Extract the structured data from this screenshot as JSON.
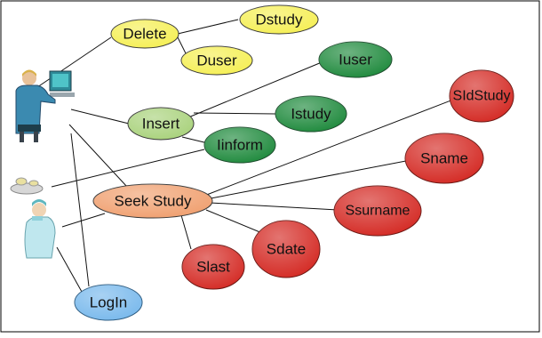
{
  "nodes": [
    {
      "id": "delete",
      "label": "Delete",
      "color": "#f5ef55"
    },
    {
      "id": "dstudy",
      "label": "Dstudy",
      "color": "#f5ef55"
    },
    {
      "id": "duser",
      "label": "Duser",
      "color": "#f5ef55"
    },
    {
      "id": "insert",
      "label": "Insert",
      "color": "#a9d27c"
    },
    {
      "id": "iuser",
      "label": "Iuser",
      "color": "#1f8a3d"
    },
    {
      "id": "istudy",
      "label": "Istudy",
      "color": "#1f8a3d"
    },
    {
      "id": "iinform",
      "label": "Iinform",
      "color": "#1f8a3d"
    },
    {
      "id": "seek",
      "label": "Seek Study",
      "color": "#f0a070"
    },
    {
      "id": "sidstudy",
      "label": "SIdStudy",
      "color": "#d42a24"
    },
    {
      "id": "sname",
      "label": "Sname",
      "color": "#d42a24"
    },
    {
      "id": "ssurname",
      "label": "Ssurname",
      "color": "#d42a24"
    },
    {
      "id": "sdate",
      "label": "Sdate",
      "color": "#d42a24"
    },
    {
      "id": "slast",
      "label": "Slast",
      "color": "#d42a24"
    },
    {
      "id": "login",
      "label": "LogIn",
      "color": "#79b9ec"
    }
  ],
  "actors": [
    {
      "id": "computer-user",
      "icon": "computer-user-icon"
    },
    {
      "id": "doctor",
      "icon": "doctor-icon"
    }
  ]
}
